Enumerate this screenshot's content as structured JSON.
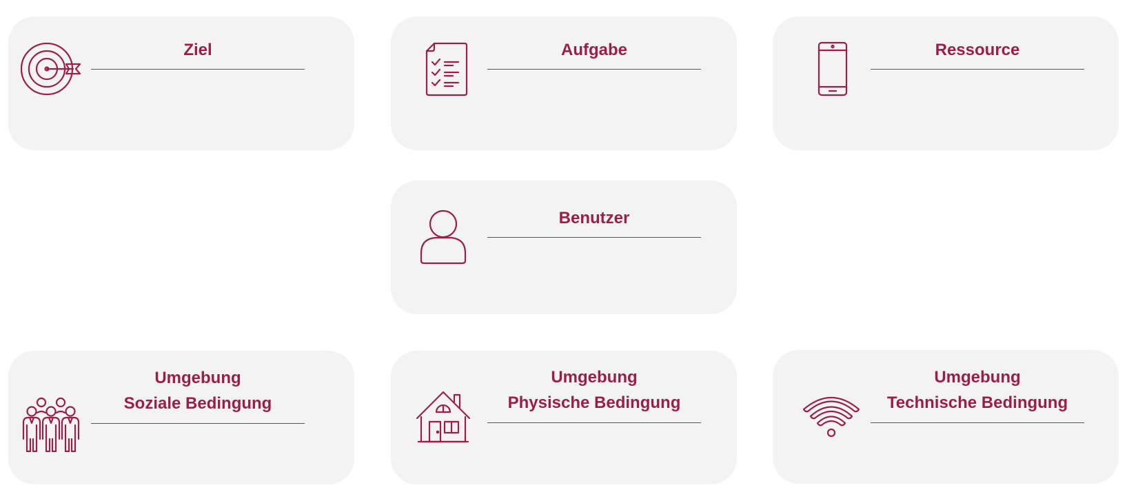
{
  "accent_color": "#9a1f48",
  "card_color": "#f3f3f3",
  "cards": {
    "ziel": {
      "icon": "target-arrow-icon",
      "lines": [
        "Ziel"
      ]
    },
    "aufgabe": {
      "icon": "checklist-document-icon",
      "lines": [
        "Aufgabe"
      ]
    },
    "ressource": {
      "icon": "smartphone-icon",
      "lines": [
        "Ressource"
      ]
    },
    "benutzer": {
      "icon": "user-icon",
      "lines": [
        "Benutzer"
      ]
    },
    "sozial": {
      "icon": "people-group-icon",
      "lines": [
        "Umgebung",
        "Soziale Bedingung"
      ]
    },
    "physisch": {
      "icon": "house-icon",
      "lines": [
        "Umgebung",
        "Physische Bedingung"
      ]
    },
    "technisch": {
      "icon": "wifi-icon",
      "lines": [
        "Umgebung",
        "Technische Bedingung"
      ]
    }
  }
}
